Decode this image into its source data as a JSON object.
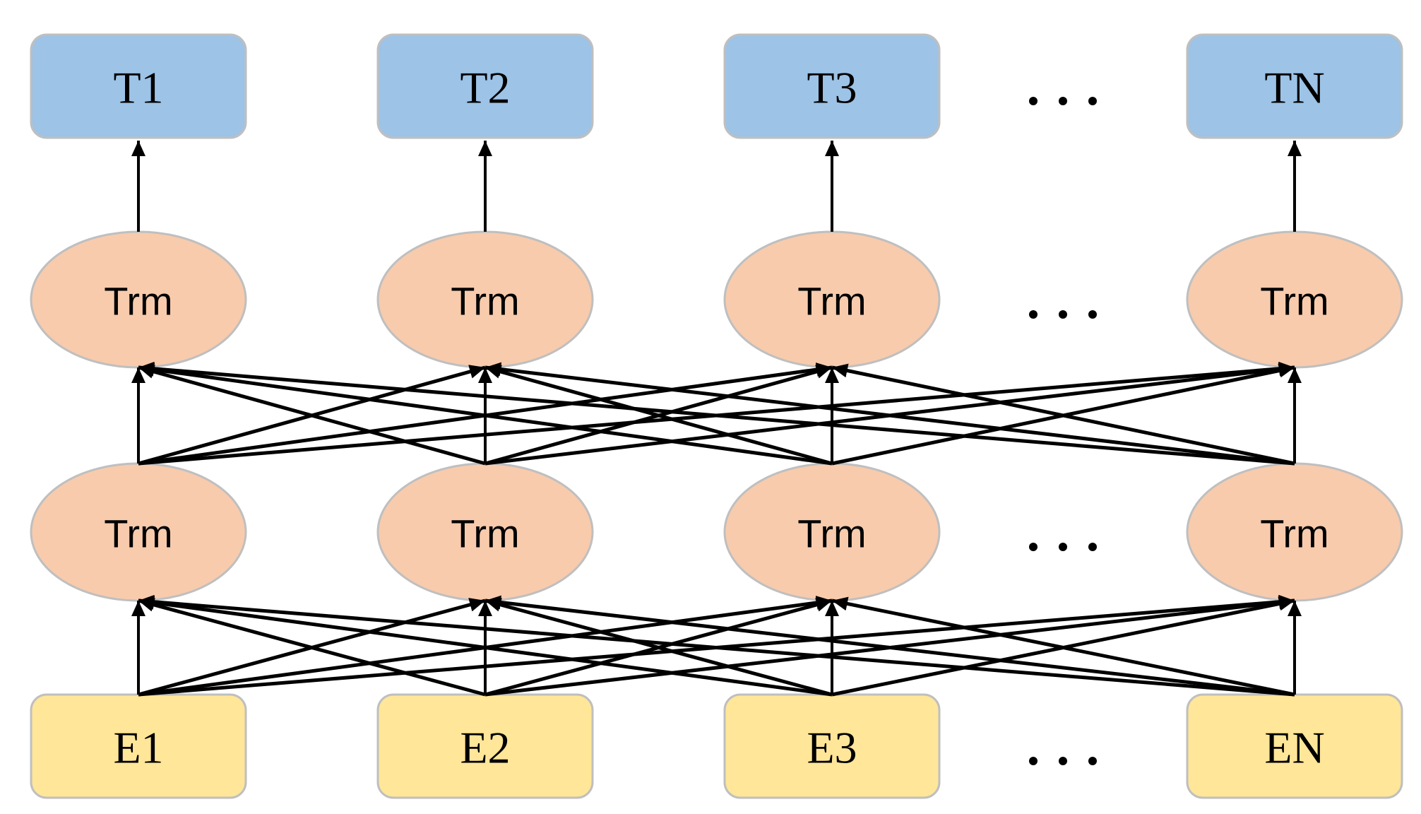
{
  "diagram": {
    "description": "BERT-style transformer architecture diagram",
    "rows": {
      "outputs": {
        "labels": [
          "T1",
          "T2",
          "T3",
          "TN"
        ],
        "fill": "#9DC3E6",
        "shape": "rounded-rect"
      },
      "encoder_top": {
        "labels": [
          "Trm",
          "Trm",
          "Trm",
          "Trm"
        ],
        "fill": "#F8CBAD",
        "shape": "ellipse"
      },
      "encoder_bottom": {
        "labels": [
          "Trm",
          "Trm",
          "Trm",
          "Trm"
        ],
        "fill": "#F8CBAD",
        "shape": "ellipse"
      },
      "inputs": {
        "labels": [
          "E1",
          "E2",
          "E3",
          "EN"
        ],
        "fill": "#FFE699",
        "shape": "rounded-rect"
      }
    },
    "ellipsis": "...",
    "colors": {
      "node_border": "#BFBFBF",
      "arrow": "#000000",
      "background": "#FFFFFF",
      "text": "#000000"
    },
    "connections": {
      "encoder_top_to_outputs": "one-to-one",
      "encoder_bottom_to_encoder_top": "fully-connected",
      "inputs_to_encoder_bottom": "fully-connected"
    }
  }
}
